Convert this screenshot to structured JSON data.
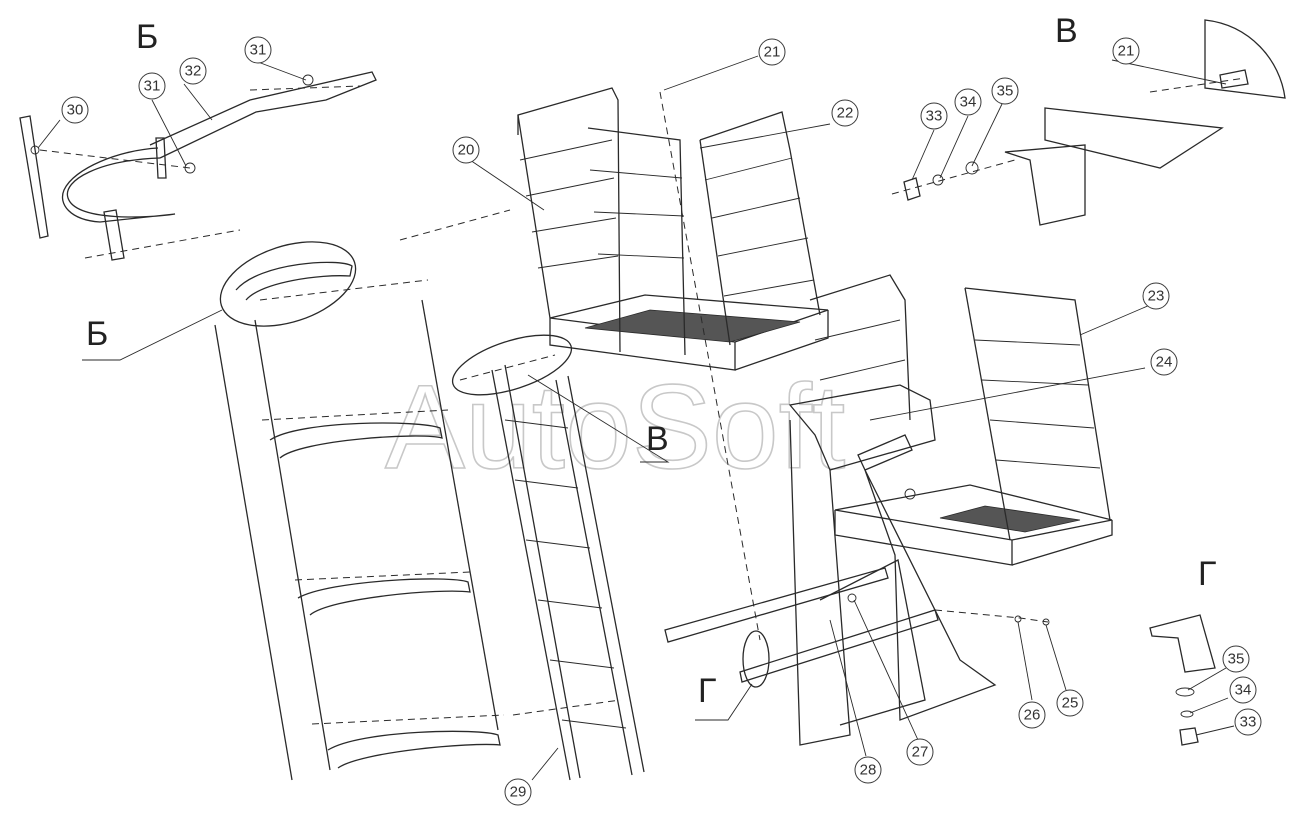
{
  "view_labels": {
    "b_detail": "Б",
    "v_detail": "В",
    "b_main": "Б",
    "v_main": "В",
    "g_main": "Г",
    "g_detail": "Г"
  },
  "callouts": {
    "c20": "20",
    "c21_top": "21",
    "c21_v": "21",
    "c22": "22",
    "c23": "23",
    "c24": "24",
    "c25": "25",
    "c26": "26",
    "c27": "27",
    "c28": "28",
    "c29": "29",
    "c30": "30",
    "c31_a": "31",
    "c31_b": "31",
    "c32": "32",
    "c33_v": "33",
    "c34_v": "34",
    "c35_v": "35",
    "c33_g": "33",
    "c34_g": "34",
    "c35_g": "35"
  },
  "watermark": "AutoSoft"
}
